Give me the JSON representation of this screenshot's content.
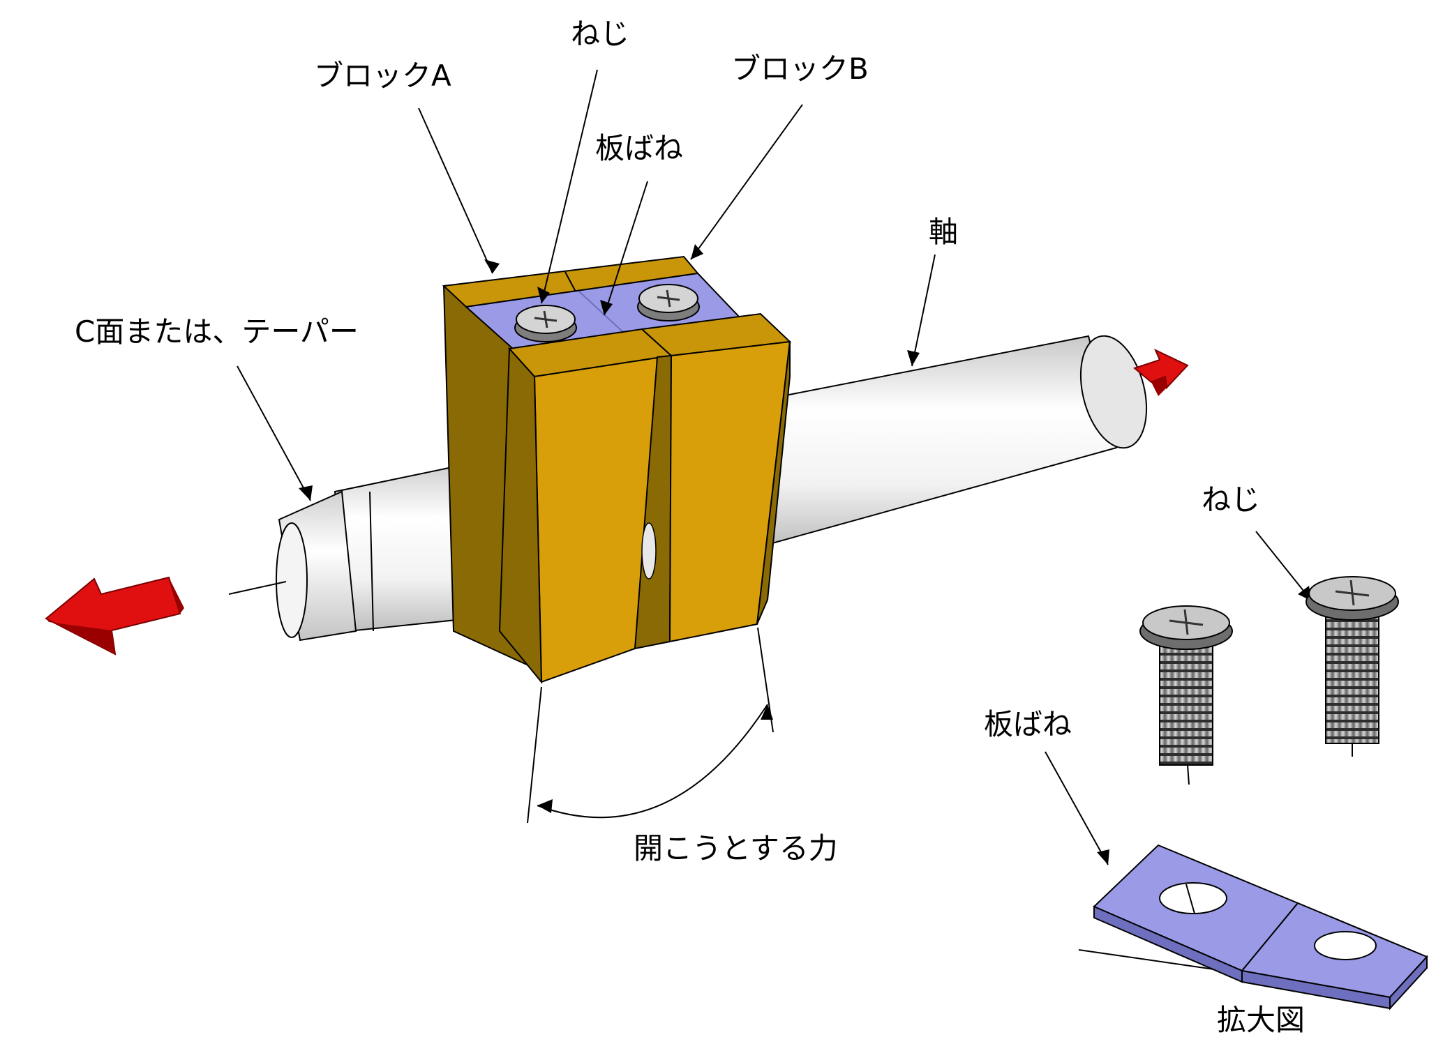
{
  "labels": {
    "screw_top": "ねじ",
    "block_a": "ブロックA",
    "block_b": "ブロックB",
    "leaf_spring_top": "板ばね",
    "shaft": "軸",
    "chamfer_or_taper": "C面または、テーパー",
    "opening_force": "開こうとする力",
    "screw_detail": "ねじ",
    "leaf_spring_detail": "板ばね",
    "enlarged_view": "拡大図"
  },
  "colors": {
    "block_front": "#D89F0A",
    "block_side": "#8A6A05",
    "block_top": "#C89608",
    "leaf_spring": "#9A9AE6",
    "leaf_spring_dark": "#6F6FC0",
    "shaft_light": "#FFFFFF",
    "shaft_shade": "#C9C9C9",
    "arrow_red": "#E01010",
    "arrow_dark": "#9A0000",
    "screw_gray": "#8C8C8C",
    "outline": "#000000"
  },
  "icons": {
    "left_arrow": "arrow-left-icon",
    "right_arrow": "arrow-right-icon",
    "screw": "screw-icon",
    "leaf_spring": "leaf-spring-icon"
  }
}
